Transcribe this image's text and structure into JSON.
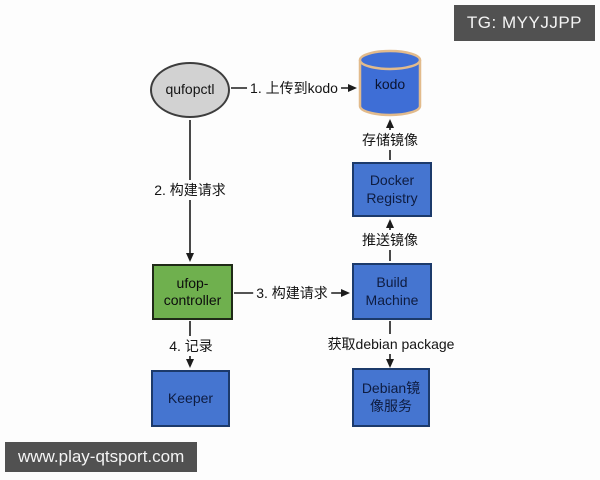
{
  "badges": {
    "top_right": "TG: MYYJJPP",
    "bottom_left": "www.play-qtsport.com"
  },
  "nodes": {
    "qufopctl": {
      "label": "qufopctl",
      "shape": "ellipse",
      "fill": "#d2d2d2"
    },
    "kodo": {
      "label": "kodo",
      "shape": "cylinder",
      "fill": "#3e6ed6",
      "border": "#e2bb8c"
    },
    "docker_registry": {
      "label": "Docker Registry",
      "shape": "rect",
      "fill": "#4575d0"
    },
    "ufop_controller": {
      "label": "ufop-controller",
      "shape": "rect",
      "fill": "#6fb04e"
    },
    "build_machine": {
      "label": "Build Machine",
      "shape": "rect",
      "fill": "#4575d0"
    },
    "keeper": {
      "label": "Keeper",
      "shape": "rect",
      "fill": "#4575d0"
    },
    "debian_mirror": {
      "label": "Debian镜像服务",
      "shape": "rect",
      "fill": "#4575d0"
    }
  },
  "edges": {
    "upload_to_kodo": {
      "label": "1. 上传到kodo",
      "from": "qufopctl",
      "to": "kodo"
    },
    "build_request": {
      "label": "2. 构建请求",
      "from": "qufopctl",
      "to": "ufop_controller"
    },
    "build_request_3": {
      "label": "3. 构建请求",
      "from": "ufop_controller",
      "to": "build_machine"
    },
    "record": {
      "label": "4. 记录",
      "from": "ufop_controller",
      "to": "keeper"
    },
    "push_image": {
      "label": "推送镜像",
      "from": "build_machine",
      "to": "docker_registry"
    },
    "store_image": {
      "label": "存储镜像",
      "from": "docker_registry",
      "to": "kodo"
    },
    "get_debian_package": {
      "label": "获取debian package",
      "from": "build_machine",
      "to": "debian_mirror"
    }
  },
  "colors": {
    "background": "#fdfdfd",
    "badge_background": "#515151",
    "badge_text": "#f4f4f4",
    "blue_node": "#4575d0",
    "blue_node_border": "#1c3a6b",
    "green_node": "#6fb04e",
    "gray_node": "#d2d2d2",
    "cylinder_border": "#e2bb8c",
    "edge": "#1c1c1c"
  }
}
